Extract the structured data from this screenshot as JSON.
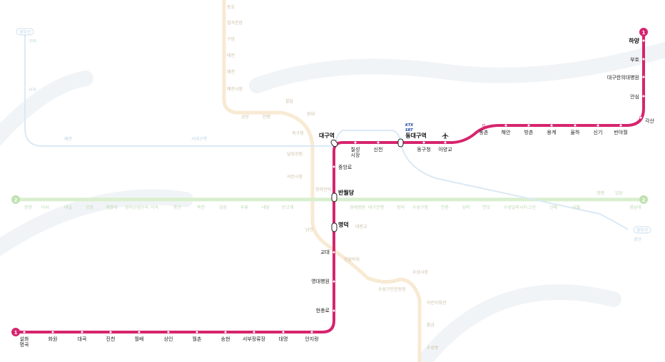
{
  "line": {
    "number": "1",
    "color": "#d6246e"
  },
  "colors": {
    "faded_orange": "#f8ead3",
    "faded_green": "#d9efcf",
    "faded_blue": "#dbe9f5",
    "faded_gray": "#eef2f6"
  },
  "stations": {
    "seolhwa": "설화\n명곡",
    "hwawon": "화원",
    "daegok": "대곡",
    "jincheon": "진천",
    "wolbae": "월배",
    "sangin": "상인",
    "wolchon": "월촌",
    "songhyeon": "송현",
    "seobu": "서부정류장",
    "daemyeong": "대명",
    "anjirang": "안지랑",
    "hyeonchungno": "현충로",
    "yeungnam": "영대병원",
    "gyodae": "교대",
    "myeongdeok": "명덕",
    "banwoldang": "반월당",
    "jungangno": "중앙로",
    "daegu": "대구역",
    "chilseong": "칠성\n시장",
    "sincheon": "신천",
    "dongdaegu": "동대구역",
    "donggucheong": "동구청",
    "ayanggyo": "아양교",
    "dongchon": "동촌",
    "haean": "해안",
    "bangchon": "방촌",
    "yonggye": "용계",
    "yulha": "율하",
    "singi": "신기",
    "banyawol": "반야월",
    "gaksan": "각산",
    "ansim": "안심",
    "daegu_hanui": "대구한의대병원",
    "buho": "부호",
    "hayang": "하양"
  },
  "ktx_label": "KTX",
  "srt_label": "SRT",
  "airport_icon": "airplane-icon",
  "faded": {
    "line3": [
      "동호",
      "칠곡운암",
      "구암",
      "태전",
      "매천",
      "매천시장",
      "팔달",
      "공단",
      "만평",
      "원대",
      "북구청",
      "달성공원",
      "서문시장",
      "청라언덕",
      "남산",
      "명덕",
      "건들바위",
      "대봉교",
      "수성시장",
      "수성구민운동장",
      "어린이회관",
      "황금",
      "수성못"
    ],
    "line2": [
      "문양",
      "다사",
      "대실",
      "강창",
      "계명대",
      "성서산업단지",
      "이곡",
      "용산",
      "죽전",
      "감삼",
      "두류",
      "내당",
      "반고개",
      "청라언덕",
      "반월당",
      "경대병원",
      "대구은행",
      "범어",
      "수성구청",
      "만촌",
      "담티",
      "연호",
      "수성알파시티",
      "고산",
      "신매",
      "사월",
      "정평",
      "임당",
      "영남대"
    ],
    "line_blue": [
      "구미",
      "사곡",
      "왜관",
      "서대구역",
      "경산"
    ],
    "badge_green": "2",
    "badge_blue_left": "경부선",
    "badge_blue_right": "경부선"
  }
}
